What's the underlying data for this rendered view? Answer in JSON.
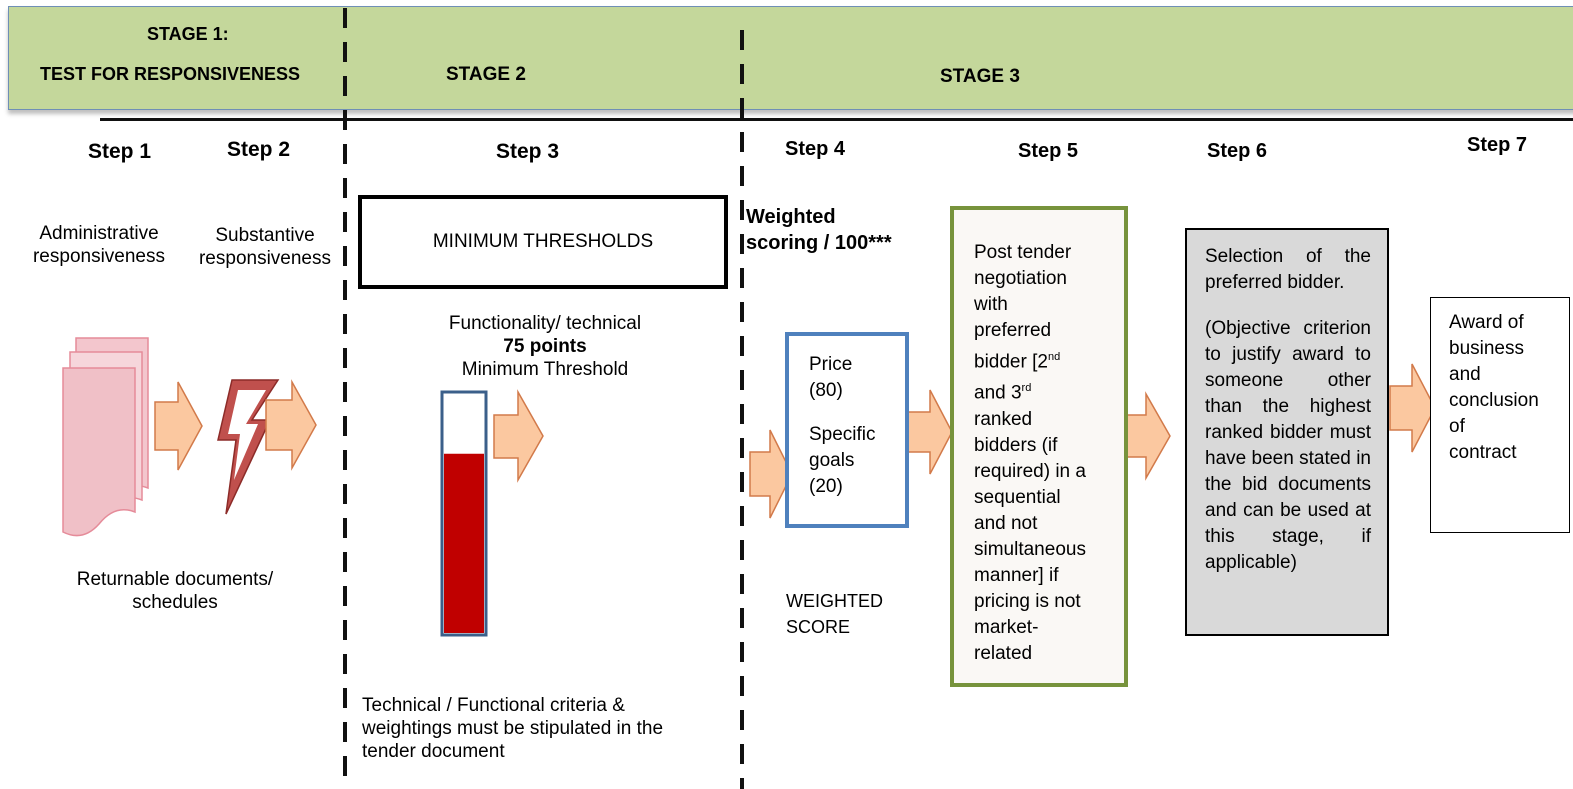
{
  "stages": {
    "stage1_line1": "STAGE 1:",
    "stage1_line2": "TEST FOR RESPONSIVENESS",
    "stage2": "STAGE 2",
    "stage3": "STAGE 3"
  },
  "steps": {
    "step1": "Step 1",
    "step2": "Step 2",
    "step3": "Step 3",
    "step4": "Step 4",
    "step5": "Step 5",
    "step6": "Step 6",
    "step7": "Step 7"
  },
  "step1": {
    "line1": "Administrative",
    "line2": "responsiveness"
  },
  "step2": {
    "line1": "Substantive",
    "line2": "responsiveness"
  },
  "returnable": {
    "line1": "Returnable documents/",
    "line2": "schedules"
  },
  "step3": {
    "threshold_box": "MINIMUM THRESHOLDS",
    "line1": "Functionality/ technical",
    "points": "75 points",
    "line3": "Minimum Threshold",
    "threshold_fill_fraction": 0.75,
    "note_line1": "Technical / Functional criteria &",
    "note_line2": "weightings must be stipulated in the",
    "note_line3": "tender document"
  },
  "step4": {
    "heading_line1": "Weighted",
    "heading_line2": "scoring / 100***",
    "price": "Price",
    "price_value": "(80)",
    "specific": "Specific",
    "goals": "goals",
    "goals_value": "(20)",
    "weighted": "WEIGHTED",
    "score": "SCORE"
  },
  "step5": {
    "l1": "Post tender",
    "l2": "negotiation",
    "l3": "with",
    "l4": "preferred",
    "l5a": "bidder [2",
    "l5sup": "nd",
    "l6a": "and 3",
    "l6sup": "rd",
    "l7": "ranked",
    "l8": "bidders (if",
    "l9": "required) in a",
    "l10": "sequential",
    "l11": "and not",
    "l12": "simultaneous",
    "l13": "manner] if",
    "l14": "pricing is not",
    "l15": "market-",
    "l16": "related"
  },
  "step6": {
    "p1": "Selection of the preferred bidder.",
    "p2": "(Objective criterion to justify award to someone other than the highest ranked bidder must have been stated in the bid documents and can be used at this stage, if applicable)"
  },
  "step7": {
    "l1": "Award of",
    "l2": "business",
    "l3": "and",
    "l4": "conclusion",
    "l5": "of",
    "l6": "contract"
  },
  "colors": {
    "banner": "#c4d79b",
    "arrow_fill": "#fbc8a0",
    "arrow_stroke": "#d27a4a",
    "threshold_fill": "#c00000",
    "blue_border": "#4f81bd",
    "green_border": "#77933c",
    "gray_box": "#d9d9d9"
  }
}
